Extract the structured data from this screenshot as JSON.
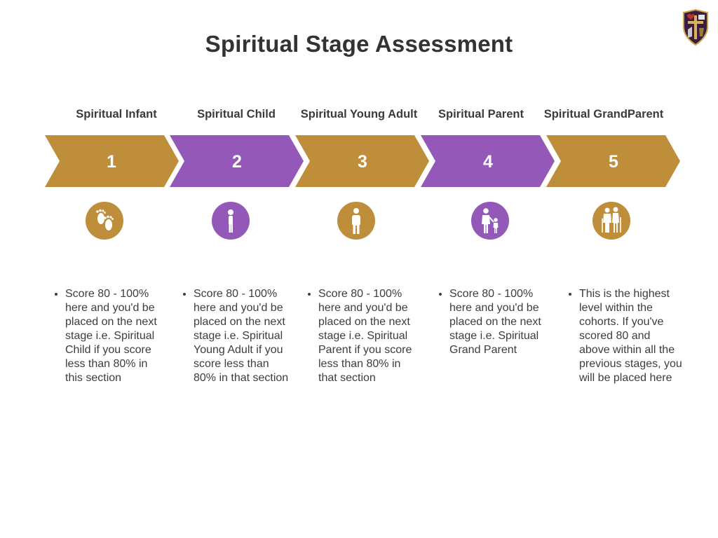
{
  "title": "Spiritual Stage Assessment",
  "colors": {
    "gold": "#be8e3a",
    "purple": "#9459b8",
    "text": "#333333"
  },
  "logo": {
    "icon": "crest-shield-logo-icon"
  },
  "stages": [
    {
      "label": "Spiritual Infant",
      "number": "1",
      "color": "#be8e3a",
      "icon": "baby-footprints-icon",
      "description": "Score 80 - 100% here and you'd be placed on the next stage i.e. Spiritual Child if you score less than 80% in this section"
    },
    {
      "label": "Spiritual Child",
      "number": "2",
      "color": "#9459b8",
      "icon": "child-icon",
      "description": "Score 80 - 100% here and you'd be placed on the next stage i.e. Spiritual Young Adult if you score less than 80% in that section"
    },
    {
      "label": "Spiritual Young Adult",
      "number": "3",
      "color": "#be8e3a",
      "icon": "young-adult-icon",
      "description": "Score 80 - 100% here and you'd be placed on the next stage i.e. Spiritual Parent if you score less than 80% in that section"
    },
    {
      "label": "Spiritual Parent",
      "number": "4",
      "color": "#9459b8",
      "icon": "parent-and-child-icon",
      "description": "Score 80 - 100% here and you'd be placed on the next stage i.e. Spiritual Grand Parent"
    },
    {
      "label": "Spiritual GrandParent",
      "number": "5",
      "color": "#be8e3a",
      "icon": "elderly-couple-icon",
      "description": "This is the highest level within the cohorts. If you've scored 80 and above within all the previous stages, you will be placed here"
    }
  ]
}
